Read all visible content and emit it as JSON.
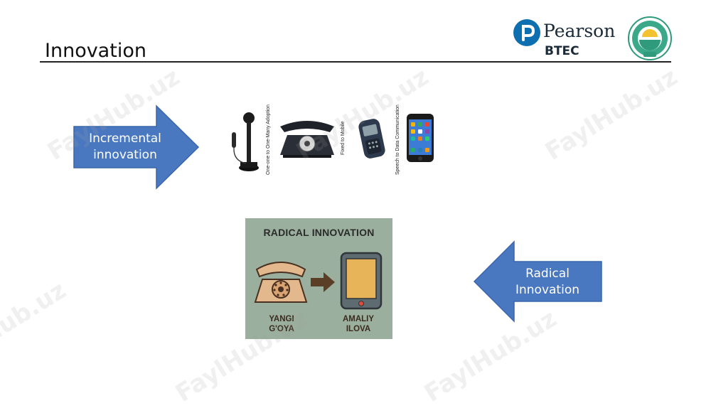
{
  "slide": {
    "title": "Innovation"
  },
  "branding": {
    "pearson": "Pearson",
    "btec": "BTEC",
    "pearson_icon": "pearson-p-icon",
    "university_seal": "pdp-university-seal",
    "pearson_color": "#0e6fb0"
  },
  "incremental_arrow": {
    "label_line1": "Incremental",
    "label_line2": "innovation",
    "color": "#4a78c0"
  },
  "phone_evolution": {
    "labels": [
      "One-one to One-Many Adoption",
      "Fixed to Mobile",
      "Speech to Data Communication"
    ],
    "icons": [
      "candlestick-phone-icon",
      "rotary-phone-icon",
      "mobile-phone-icon",
      "smartphone-icon"
    ]
  },
  "radical_card": {
    "title": "RADICAL INNOVATION",
    "left_label_line1": "YANGI",
    "left_label_line2": "G'OYA",
    "right_label_line1": "AMALIY",
    "right_label_line2": "ILOVA",
    "background": "#9aaf9d"
  },
  "radical_arrow": {
    "label_line1": "Radical",
    "label_line2": "Innovation",
    "color": "#4a78c0"
  },
  "watermark": "FaylHub.uz"
}
